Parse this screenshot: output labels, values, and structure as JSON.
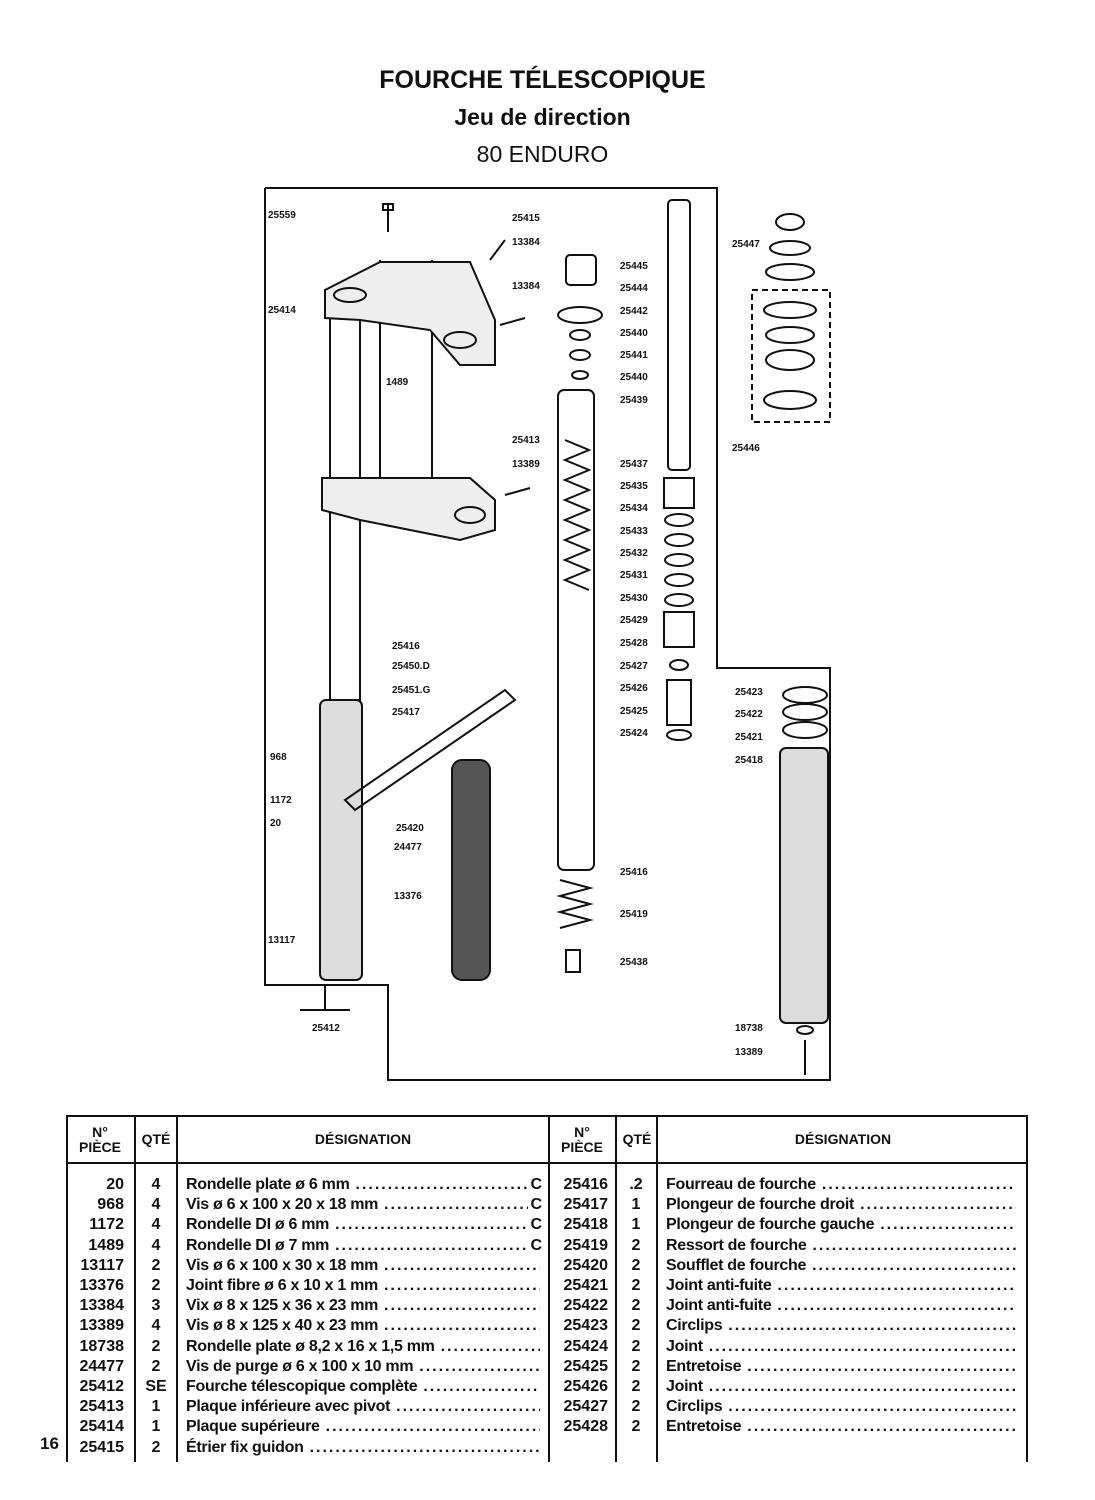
{
  "header": {
    "title": "FOURCHE TÉLESCOPIQUE",
    "subtitle": "Jeu de direction",
    "model": "80 ENDURO"
  },
  "diagram": {
    "callouts": [
      "25559",
      "25415",
      "13384",
      "13384",
      "25414",
      "1489",
      "25413",
      "13389",
      "25416",
      "25450.D",
      "25451.G",
      "25417",
      "968",
      "1172",
      "20",
      "25420",
      "24477",
      "13376",
      "13117",
      "25412",
      "25445",
      "25444",
      "25442",
      "25440",
      "25441",
      "25440",
      "25439",
      "25437",
      "25435",
      "25434",
      "25433",
      "25432",
      "25431",
      "25430",
      "25429",
      "25428",
      "25427",
      "25426",
      "25425",
      "25424",
      "25416",
      "25419",
      "25438",
      "25447",
      "25446",
      "25423",
      "25422",
      "25421",
      "25418",
      "18738",
      "13389"
    ]
  },
  "table": {
    "headers": {
      "num_line1": "N°",
      "num_line2": "PIÈCE",
      "qty": "QTÉ",
      "designation": "DÉSIGNATION"
    },
    "left_rows": [
      {
        "num": "20",
        "qty": "4",
        "desc": "Rondelle plate ø 6 mm",
        "suffix": "C"
      },
      {
        "num": "968",
        "qty": "4",
        "desc": "Vis ø 6 x 100 x 20 x 18 mm",
        "suffix": "C"
      },
      {
        "num": "1172",
        "qty": "4",
        "desc": "Rondelle DI ø 6 mm",
        "suffix": "C"
      },
      {
        "num": "1489",
        "qty": "4",
        "desc": "Rondelle DI ø 7 mm",
        "suffix": "C"
      },
      {
        "num": "13117",
        "qty": "2",
        "desc": "Vis ø 6 x 100 x 30 x 18 mm",
        "suffix": ""
      },
      {
        "num": "13376",
        "qty": "2",
        "desc": "Joint fibre ø 6 x 10 x 1 mm",
        "suffix": ""
      },
      {
        "num": "13384",
        "qty": "3",
        "desc": "Vix ø 8 x 125 x 36 x 23 mm",
        "suffix": ""
      },
      {
        "num": "13389",
        "qty": "4",
        "desc": "Vis ø 8 x 125 x 40 x 23 mm",
        "suffix": ""
      },
      {
        "num": "18738",
        "qty": "2",
        "desc": "Rondelle plate ø 8,2 x 16 x 1,5 mm",
        "suffix": ""
      },
      {
        "num": "24477",
        "qty": "2",
        "desc": "Vis de purge ø 6 x 100 x 10 mm",
        "suffix": ""
      },
      {
        "num": "25412",
        "qty": "SE",
        "desc": "Fourche télescopique complète",
        "suffix": ""
      },
      {
        "num": "25413",
        "qty": "1",
        "desc": "Plaque inférieure avec pivot",
        "suffix": ""
      },
      {
        "num": "25414",
        "qty": "1",
        "desc": "Plaque supérieure",
        "suffix": ""
      },
      {
        "num": "25415",
        "qty": "2",
        "desc": "Étrier fix guidon",
        "suffix": ""
      }
    ],
    "right_rows": [
      {
        "num": "25416",
        "qty": ".2",
        "desc": "Fourreau de fourche",
        "suffix": ""
      },
      {
        "num": "25417",
        "qty": "1",
        "desc": "Plongeur de fourche droit",
        "suffix": ""
      },
      {
        "num": "25418",
        "qty": "1",
        "desc": "Plongeur de fourche gauche",
        "suffix": ""
      },
      {
        "num": "25419",
        "qty": "2",
        "desc": "Ressort de fourche",
        "suffix": ""
      },
      {
        "num": "25420",
        "qty": "2",
        "desc": "Soufflet de fourche",
        "suffix": ""
      },
      {
        "num": "25421",
        "qty": "2",
        "desc": "Joint anti-fuite",
        "suffix": ""
      },
      {
        "num": "25422",
        "qty": "2",
        "desc": "Joint anti-fuite",
        "suffix": ""
      },
      {
        "num": "25423",
        "qty": "2",
        "desc": "Circlips",
        "suffix": ""
      },
      {
        "num": "25424",
        "qty": "2",
        "desc": "Joint",
        "suffix": ""
      },
      {
        "num": "25425",
        "qty": "2",
        "desc": "Entretoise",
        "suffix": ""
      },
      {
        "num": "25426",
        "qty": "2",
        "desc": "Joint",
        "suffix": ""
      },
      {
        "num": "25427",
        "qty": "2",
        "desc": "Circlips",
        "suffix": ""
      },
      {
        "num": "25428",
        "qty": "2",
        "desc": "Entretoise",
        "suffix": ""
      }
    ]
  },
  "page_number": "16"
}
